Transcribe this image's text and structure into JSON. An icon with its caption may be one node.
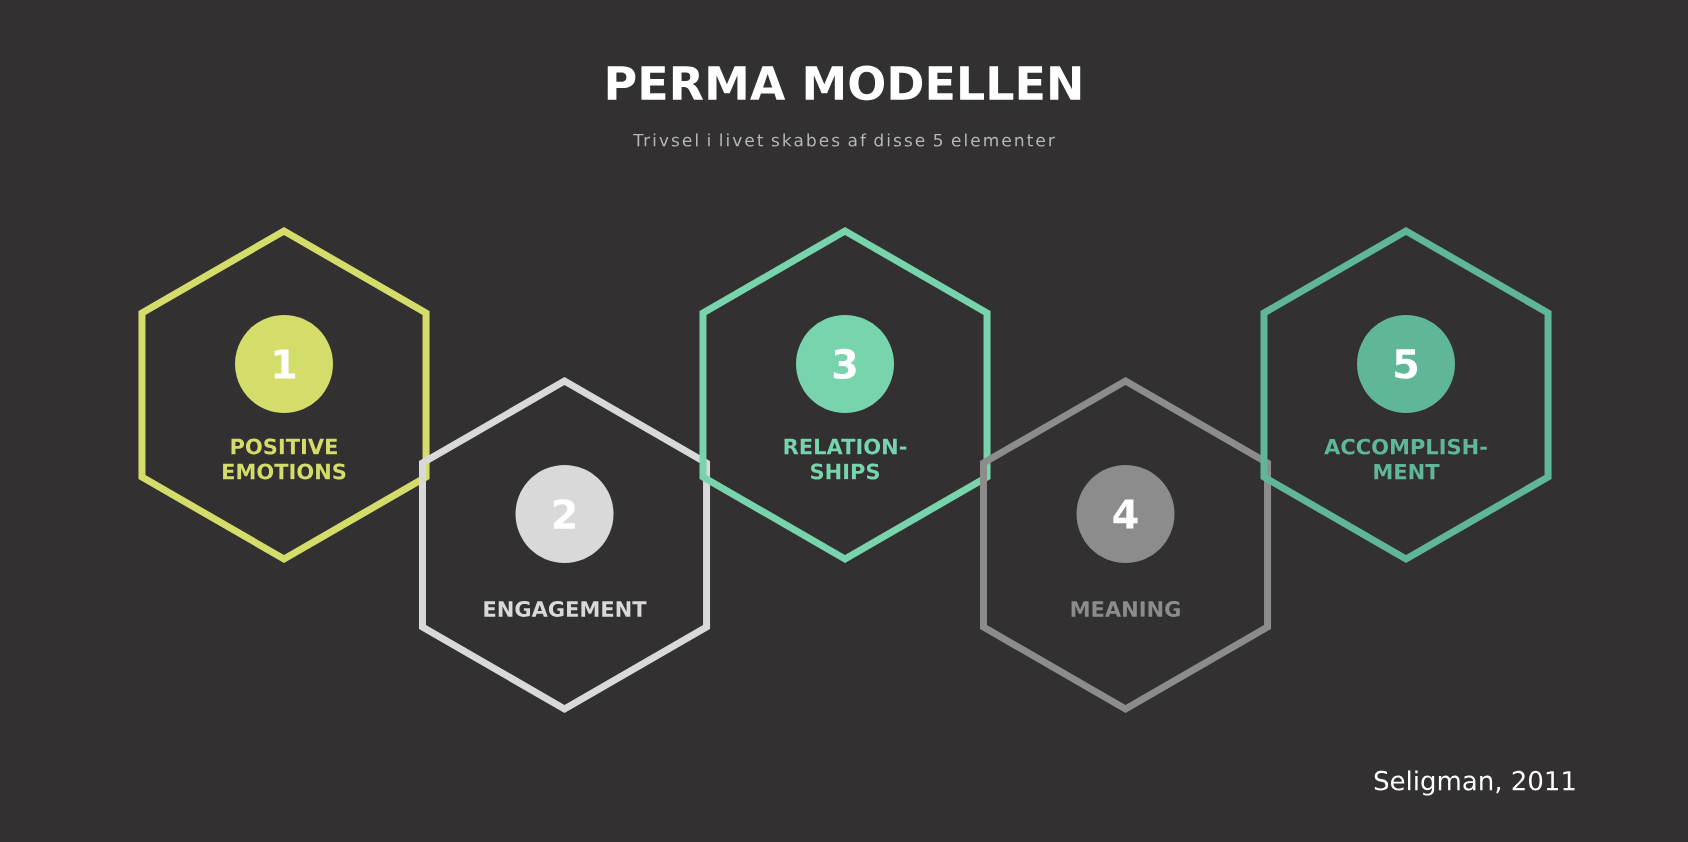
{
  "diagram": {
    "title": "PERMA MODELLEN",
    "nodes": [
      {
        "text": [
          "POSITIVE EMOTIONS"
        ]
      },
      {
        "text": [
          "1"
        ],
        "in": 0
      },
      {
        "text": [
          "ENGAGEMENT"
        ]
      },
      {
        "text": [
          "2"
        ],
        "in": 2
      },
      {
        "text": [
          "RELATION-SHIPS"
        ]
      },
      {
        "text": [
          "3"
        ],
        "in": 4
      },
      {
        "text": [
          "MEANING"
        ]
      },
      {
        "text": [
          "4"
        ],
        "in": 6
      },
      {
        "text": [
          "ACCOMPLISH-MENT"
        ]
      },
      {
        "text": [
          "5"
        ],
        "in": 8
      }
    ],
    "edges": [],
    "labels": [
      "Trivsel i livet skabes af disse 5 elementer",
      "Seligman, 2011"
    ]
  }
}
